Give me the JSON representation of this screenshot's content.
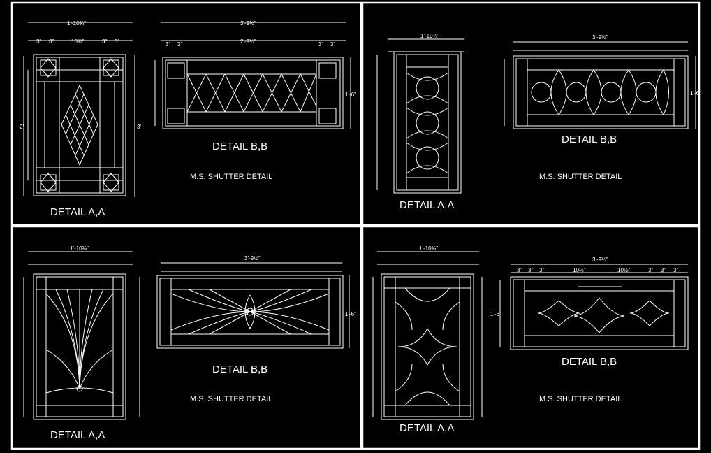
{
  "colors": {
    "background": "#000000",
    "linework": "#ffffff"
  },
  "panels": [
    {
      "id": "panel-1",
      "detail_a": {
        "title": "DETAIL A,A",
        "width_total": "1'-10¾\"",
        "height_total": "3'",
        "height_inner": "2'",
        "sub_dims": [
          "3\"",
          "3\"",
          "10¾\"",
          "3\"",
          "3\""
        ]
      },
      "detail_b": {
        "title": "DETAIL B,B",
        "width_total": "3'-9½\"",
        "width_inner": "2'-9½\"",
        "height_total": "1'-6\"",
        "sub_dims": [
          "3\"",
          "3\"",
          "3\"",
          "3\""
        ]
      },
      "caption": "M.S. SHUTTER DETAIL"
    },
    {
      "id": "panel-2",
      "detail_a": {
        "title": "DETAIL A,A",
        "width_total": "1'-10¾\""
      },
      "detail_b": {
        "title": "DETAIL B,B",
        "width_total": "3'-9½\"",
        "height_total": "1'-6\""
      },
      "caption": "M.S. SHUTTER DETAIL"
    },
    {
      "id": "panel-3",
      "detail_a": {
        "title": "DETAIL A,A",
        "width_total": "1'-10¾\""
      },
      "detail_b": {
        "title": "DETAIL B,B",
        "width_total": "3'-9½\"",
        "height_total": "1'-6\""
      },
      "caption": "M.S. SHUTTER DETAIL"
    },
    {
      "id": "panel-4",
      "detail_a": {
        "title": "DETAIL A,A",
        "width_total": "1'-10¾\""
      },
      "detail_b": {
        "title": "DETAIL B,B",
        "width_total": "3'-9½\"",
        "height_total": "1'-6\"",
        "sub_dims": [
          "3\"",
          "3\"",
          "3\"",
          "10½\"",
          "10½\"",
          "3\"",
          "3\"",
          "3\""
        ]
      },
      "caption": "M.S. SHUTTER DETAIL"
    }
  ]
}
